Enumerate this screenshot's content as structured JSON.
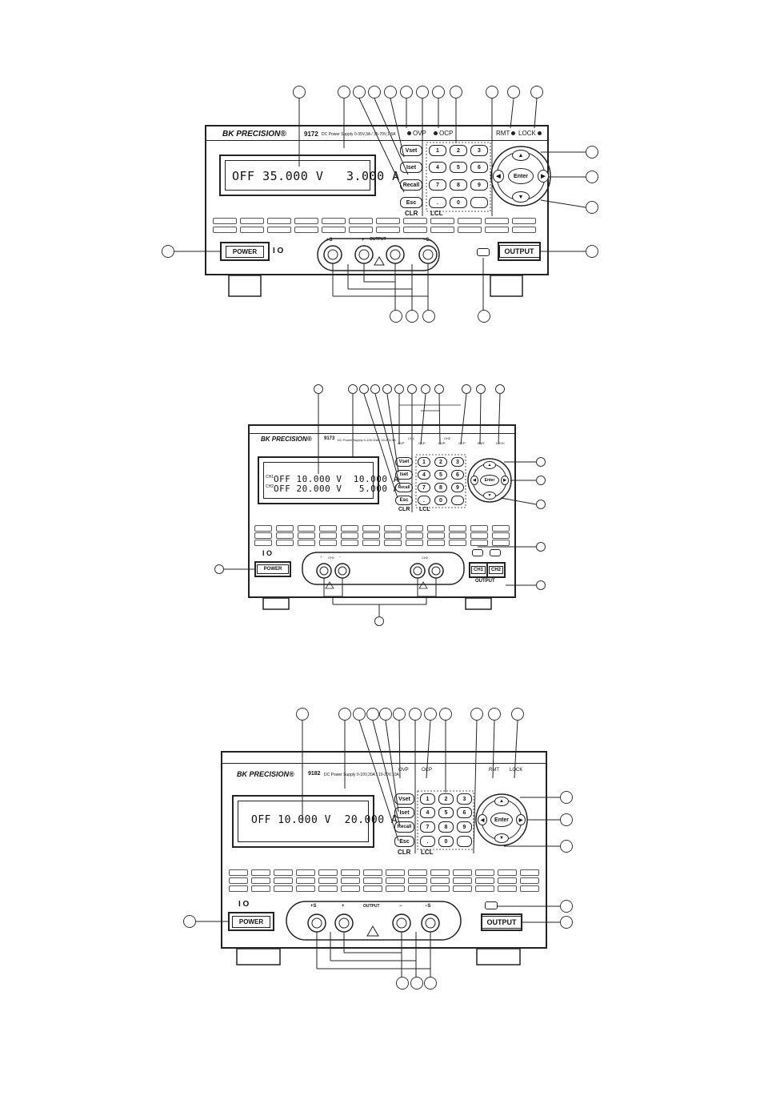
{
  "panel1": {
    "brand": "BK PRECISION®",
    "model": "9172",
    "description": "DC Power Supply 0-35V,3A / 35-70V,1.5A",
    "display": "OFF 35.000 V   3.000 A",
    "indicators": {
      "ovp": "OVP",
      "ocp": "OCP",
      "rmt": "RMT",
      "lock": "LOCK"
    },
    "keys": {
      "vset": "Vset",
      "iset": "Iset",
      "recall": "Recall",
      "esc": "Esc",
      "enter": "Enter",
      "dot": "."
    },
    "digits": [
      "1",
      "2",
      "3",
      "4",
      "5",
      "6",
      "7",
      "8",
      "9",
      "0"
    ],
    "under_labels": {
      "clr": "CLR",
      "lcl": "LCL"
    },
    "power": "POWER",
    "output": "OUTPUT",
    "terminals": {
      "plus_s": "+S",
      "plus": "+",
      "minus": "−",
      "minus_s": "−S",
      "center": "OUTPUT"
    }
  },
  "panel2": {
    "brand": "BK PRECISION®",
    "model": "9173",
    "description": "DC Power Supply 0-10V,10A / 10-20V,5A",
    "display_line1": "OFF 10.000 V  10.000 A",
    "display_line2": "OFF 20.000 V   5.000 A",
    "ch_tag1": "CH1",
    "ch_tag2": "CH2",
    "indicators": {
      "ch1": "CH1",
      "ch2": "CH2",
      "ovp": "OVP",
      "ocp": "OCP",
      "rmt": "RMT",
      "lock": "LOCK"
    },
    "keys": {
      "vset": "Vset",
      "iset": "Iset",
      "recall": "Recall",
      "esc": "Esc",
      "enter": "Enter",
      "dot": "."
    },
    "digits": [
      "1",
      "2",
      "3",
      "4",
      "5",
      "6",
      "7",
      "8",
      "9",
      "0"
    ],
    "under_labels": {
      "clr": "CLR",
      "lcl": "LCL"
    },
    "power": "POWER",
    "ch1_btn": "CH1",
    "ch2_btn": "CH2",
    "output_label": "OUTPUT",
    "terminal_ch1": "CH1",
    "terminal_ch2": "CH2"
  },
  "panel3": {
    "brand": "BK PRECISION®",
    "model": "9182",
    "description": "DC Power Supply 0-10V,20A / 10-20V,10A",
    "display": "OFF 10.000 V  20.000 A",
    "indicators": {
      "ovp": "OVP",
      "ocp": "OCP",
      "rmt": "RMT",
      "lock": "LOCK"
    },
    "keys": {
      "vset": "Vset",
      "iset": "Iset",
      "recall": "Recall",
      "esc": "Esc",
      "enter": "Enter",
      "dot": "."
    },
    "digits": [
      "1",
      "2",
      "3",
      "4",
      "5",
      "6",
      "7",
      "8",
      "9",
      "0"
    ],
    "under_labels": {
      "clr": "CLR",
      "lcl": "LCL"
    },
    "power": "POWER",
    "output": "OUTPUT",
    "terminals": {
      "plus_s": "+S",
      "plus": "+",
      "minus": "−",
      "minus_s": "−S",
      "center": "OUTPUT"
    }
  }
}
